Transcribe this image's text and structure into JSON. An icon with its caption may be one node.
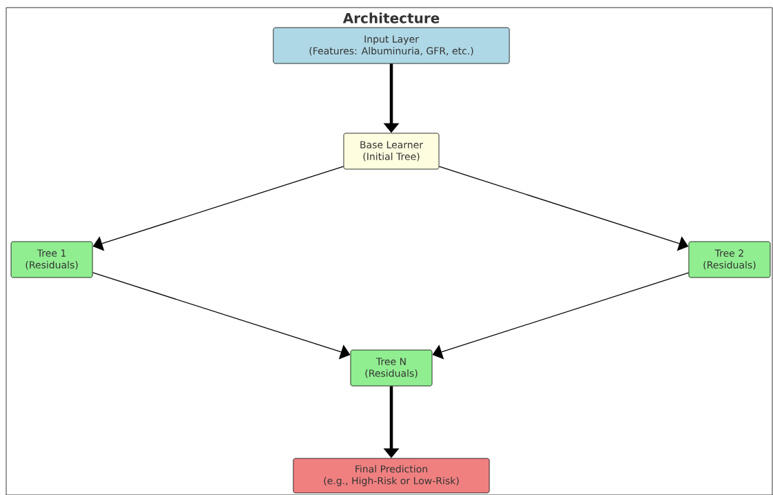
{
  "diagram": {
    "title": "Architecture",
    "nodes": [
      {
        "text": [
          "Input Layer",
          "(Features: Albuminuria, GFR, etc.)"
        ]
      },
      {
        "text": [
          "Base Learner",
          "(Initial Tree)"
        ]
      },
      {
        "text": [
          "Tree 1",
          "(Residuals)"
        ]
      },
      {
        "text": [
          "Tree 2",
          "(Residuals)"
        ]
      },
      {
        "text": [
          "Tree N",
          "(Residuals)"
        ]
      },
      {
        "text": [
          "Final Prediction",
          "(e.g., High-Risk or Low-Risk)"
        ]
      }
    ],
    "edges": [
      {
        "from": 0,
        "to": 1,
        "arrow": "to",
        "style": "thick"
      },
      {
        "from": 1,
        "to": 2,
        "arrow": "to"
      },
      {
        "from": 1,
        "to": 3,
        "arrow": "to"
      },
      {
        "from": 2,
        "to": 4,
        "arrow": "to"
      },
      {
        "from": 3,
        "to": 4,
        "arrow": "to"
      },
      {
        "from": 4,
        "to": 5,
        "arrow": "to",
        "style": "thick"
      }
    ]
  }
}
